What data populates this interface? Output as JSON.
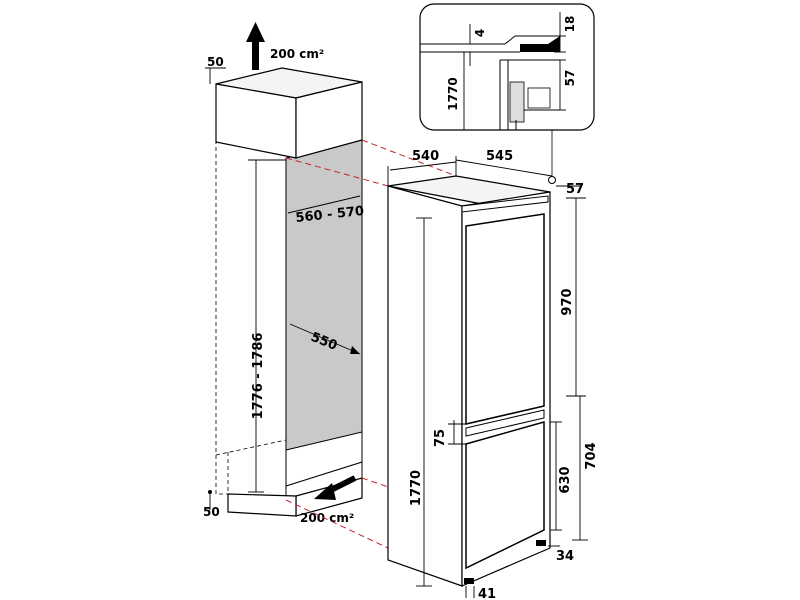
{
  "niche": {
    "vent_top": "200 cm²",
    "vent_bottom": "200 cm²",
    "top_clearance": "50",
    "bottom_clearance": "50",
    "depth_range": "560 - 570",
    "width": "550",
    "height_range": "1776 - 1786"
  },
  "detail": {
    "dim_4": "4",
    "dim_18": "18",
    "dim_57": "57",
    "dim_1770": "1770"
  },
  "appliance": {
    "depth": "540",
    "width": "545",
    "top_offset": "57",
    "fridge_door": "970",
    "gap": "75",
    "freezer_zone": "704",
    "freezer_door": "630",
    "height": "1770",
    "bottom_offset": "34",
    "foot": "41"
  }
}
